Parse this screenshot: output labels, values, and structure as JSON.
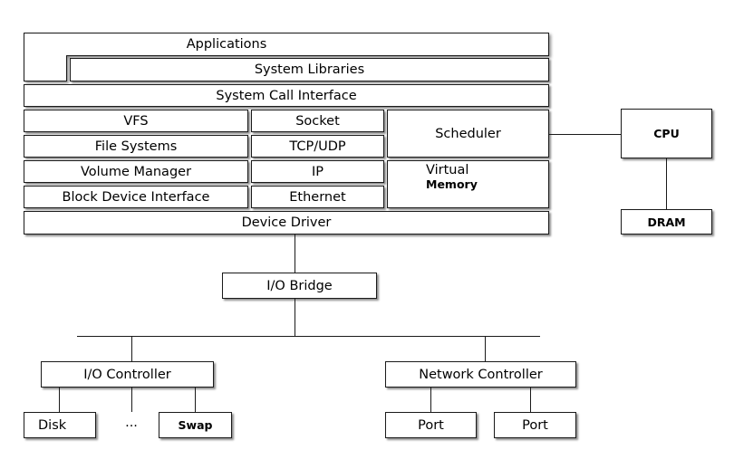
{
  "layers": {
    "applications": "Applications",
    "system_libraries": "System Libraries",
    "system_call_interface": "System Call Interface",
    "vfs": "VFS",
    "file_systems": "File Systems",
    "volume_manager": "Volume Manager",
    "block_device_interface": "Block Device Interface",
    "socket": "Socket",
    "tcp_udp": "TCP/UDP",
    "ip": "IP",
    "ethernet": "Ethernet",
    "scheduler": "Scheduler",
    "virtual_memory_line1": "Virtual",
    "virtual_memory_line2": "Memory",
    "device_driver": "Device Driver"
  },
  "hardware": {
    "cpu": "CPU",
    "dram": "DRAM",
    "io_bridge": "I/O Bridge",
    "io_controller": "I/O Controller",
    "network_controller": "Network Controller",
    "disk": "Disk",
    "ellipsis": "...",
    "swap": "Swap",
    "port_1": "Port",
    "port_2": "Port"
  }
}
